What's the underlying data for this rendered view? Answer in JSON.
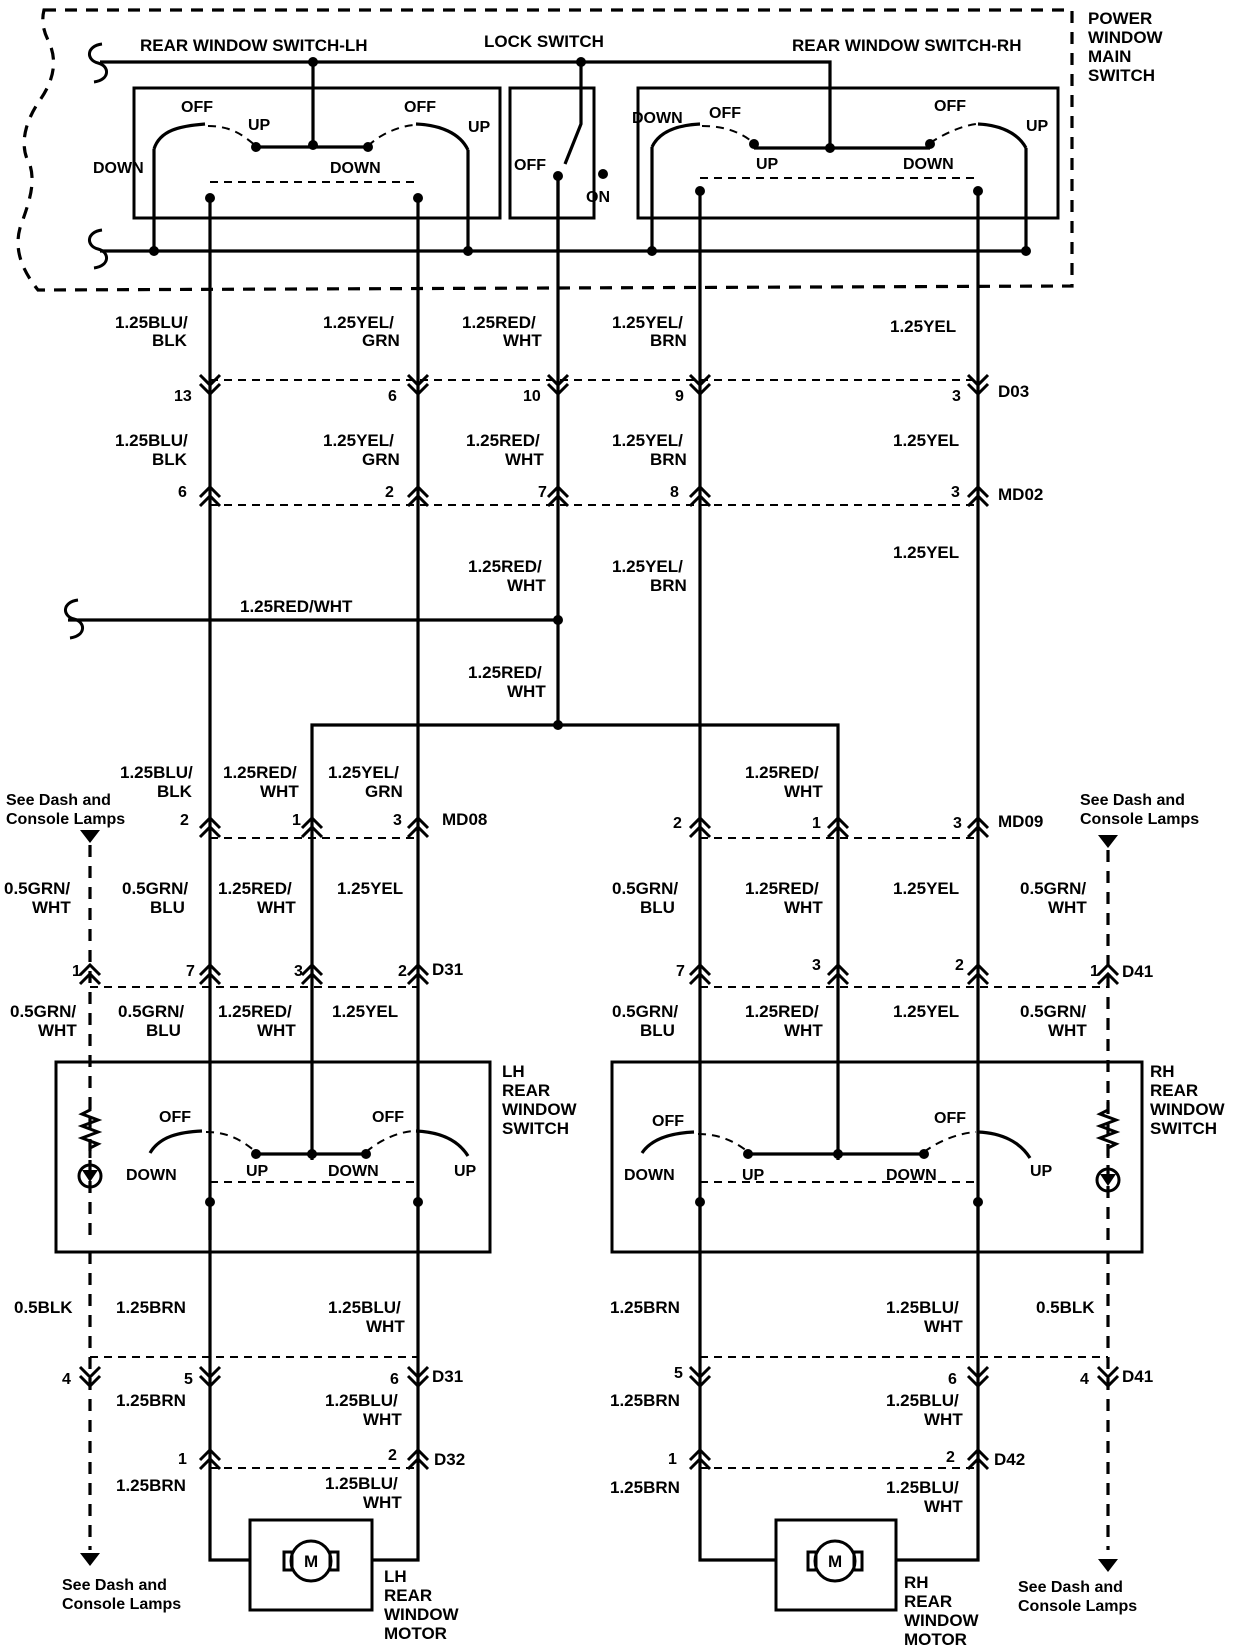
{
  "main_switch": {
    "title": [
      "POWER",
      "WINDOW",
      "MAIN",
      "SWITCH"
    ],
    "rear_lh_label": "REAR WINDOW SWITCH-LH",
    "lock_label": "LOCK SWITCH",
    "rear_rh_label": "REAR WINDOW SWITCH-RH",
    "off": "OFF",
    "on": "ON",
    "up": "UP",
    "down": "DOWN"
  },
  "wires": {
    "blu_blk": [
      "1.25BLU/",
      "BLK"
    ],
    "yel_grn": [
      "1.25YEL/",
      "GRN"
    ],
    "red_wht": [
      "1.25RED/",
      "WHT"
    ],
    "yel_brn": [
      "1.25YEL/",
      "BRN"
    ],
    "yel": "1.25YEL",
    "red_wht_single": "1.25RED/WHT",
    "grn_wht": [
      "0.5GRN/",
      "WHT"
    ],
    "grn_blu": [
      "0.5GRN/",
      "BLU"
    ],
    "brn": "1.25BRN",
    "blu_wht": [
      "1.25BLU/",
      "WHT"
    ],
    "blk": "0.5BLK"
  },
  "connectors": {
    "d03": "D03",
    "md02": "MD02",
    "md08": "MD08",
    "md09": "MD09",
    "d31": "D31",
    "d41": "D41",
    "d32": "D32",
    "d42": "D42"
  },
  "pins": {
    "d03": [
      "13",
      "6",
      "10",
      "9",
      "3"
    ],
    "md02": [
      "6",
      "2",
      "7",
      "8",
      "3"
    ],
    "md08": [
      "2",
      "1",
      "3"
    ],
    "md09": [
      "2",
      "1",
      "3"
    ],
    "d31_top": [
      "1",
      "7",
      "3",
      "2"
    ],
    "d41_top": [
      "7",
      "3",
      "2",
      "1"
    ],
    "d31_bot": [
      "4",
      "5",
      "6"
    ],
    "d41_bot": [
      "5",
      "6",
      "4"
    ],
    "d32": [
      "1",
      "2"
    ],
    "d42": [
      "1",
      "2"
    ]
  },
  "references": {
    "see_dash": [
      "See Dash and",
      "Console Lamps"
    ]
  },
  "lh_switch": {
    "title": [
      "LH",
      "REAR",
      "WINDOW",
      "SWITCH"
    ]
  },
  "rh_switch": {
    "title": [
      "RH",
      "REAR",
      "WINDOW",
      "SWITCH"
    ]
  },
  "lh_motor": {
    "title": [
      "LH",
      "REAR",
      "WINDOW",
      "MOTOR"
    ],
    "symbol": "M"
  },
  "rh_motor": {
    "title": [
      "RH",
      "REAR",
      "WINDOW",
      "MOTOR"
    ],
    "symbol": "M"
  }
}
